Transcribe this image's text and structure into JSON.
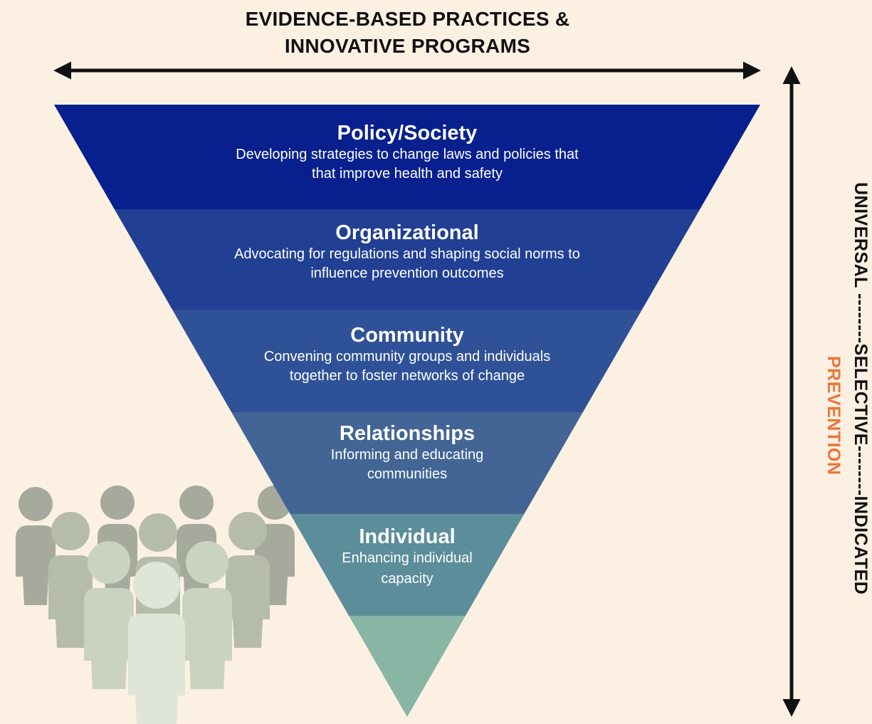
{
  "header": {
    "line1": "EVIDENCE-BASED PRACTICES &",
    "line2": "INNOVATIVE PROGRAMS"
  },
  "tiers": [
    {
      "title": "Policy/Society",
      "desc1": "Developing strategies to change laws and policies that",
      "desc2": "that improve health and safety",
      "color": "#07208e"
    },
    {
      "title": "Organizational",
      "desc1": "Advocating for regulations and shaping social norms to",
      "desc2": "influence prevention outcomes",
      "color": "#213f93"
    },
    {
      "title": "Community",
      "desc1": "Convening community groups and individuals",
      "desc2": "together to foster networks of change",
      "color": "#2f5197"
    },
    {
      "title": "Relationships",
      "desc1": "Informing and educating",
      "desc2": "communities",
      "color": "#426595"
    },
    {
      "title": "Individual",
      "desc1": "Enhancing individual",
      "desc2": "capacity",
      "color": "#5b8d9b"
    },
    {
      "title": "",
      "desc1": "",
      "desc2": "",
      "color": "#88b5a4"
    }
  ],
  "axis": {
    "scale_label": "UNIVERSAL --------SELECTIVE--------INDICATED",
    "prevention_label": "PREVENTION",
    "prevention_color": "#e8773a"
  },
  "people_icon": "people-crowd-icon"
}
